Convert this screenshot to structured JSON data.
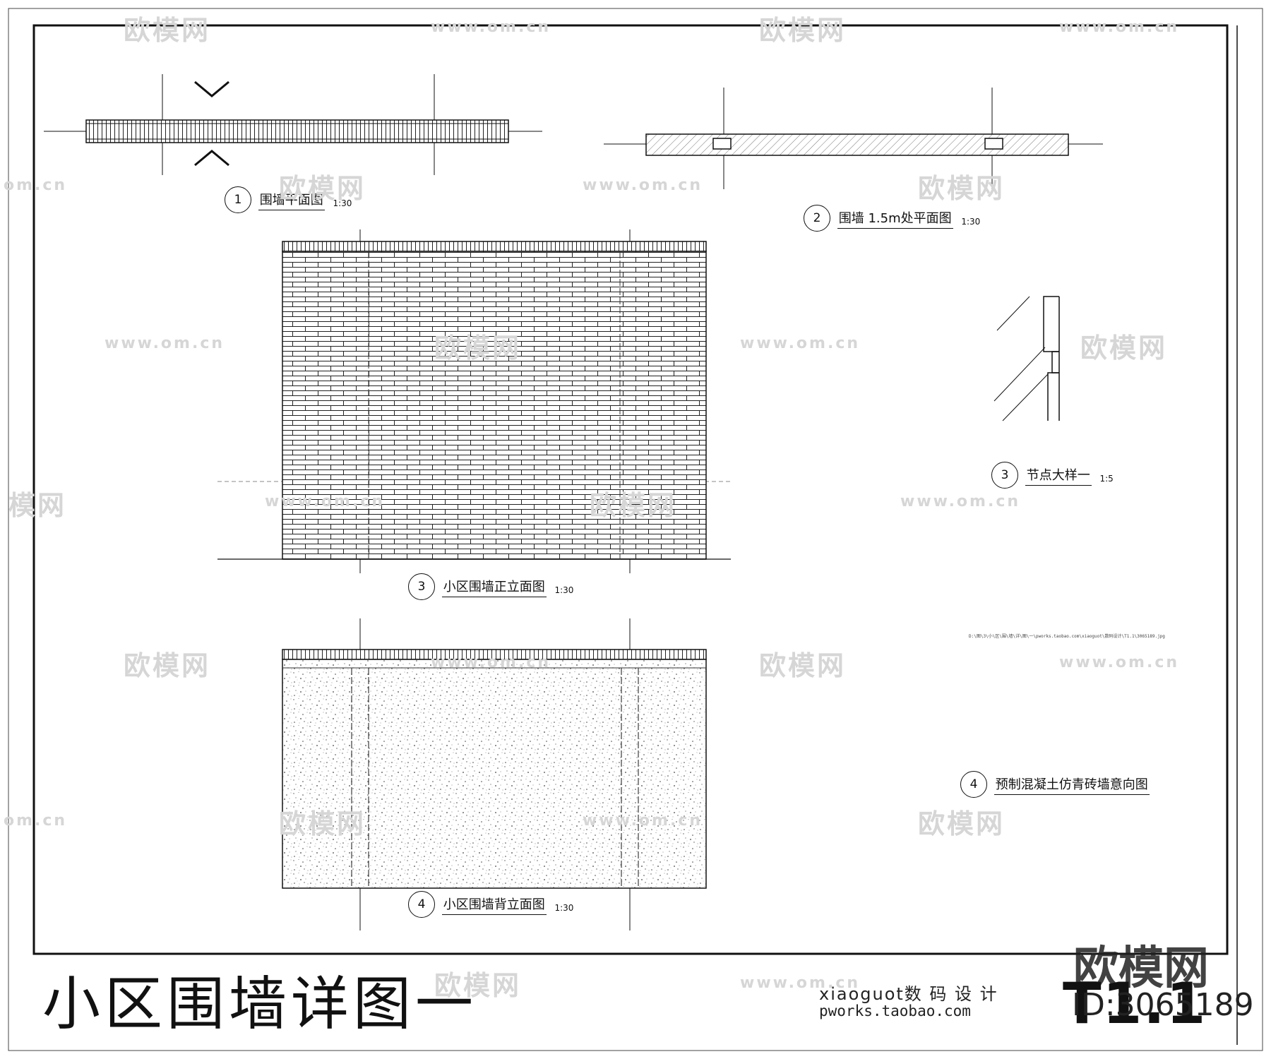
{
  "drawing": {
    "title": "小区围墙详图一",
    "credit_line1": "xiaoguot数 码 设 计",
    "credit_line2": "pworks.taobao.com",
    "sheet_number": "T1.1",
    "id_text": "ID:3065189",
    "brand": "欧模网"
  },
  "details": [
    {
      "num": "1",
      "name": "围墙平面图",
      "scale": "1:30"
    },
    {
      "num": "2",
      "name": "围墙 1.5m处平面图",
      "scale": "1:30"
    },
    {
      "num": "3",
      "name": "节点大样一",
      "scale": "1:5"
    },
    {
      "num": "3",
      "name": "小区围墙正立面图",
      "scale": "1:30"
    },
    {
      "num": "4",
      "name": "预制混凝土仿青砖墙意向图",
      "scale": ""
    },
    {
      "num": "4",
      "name": "小区围墙背立面图",
      "scale": "1:30"
    }
  ],
  "watermark": {
    "brand": "欧模网",
    "url": "www.om.cn",
    "url_short": "om.cn",
    "brand_short": "模网"
  },
  "tiny_note": "D:\\图\\3\\小\\区\\围\\墙\\详\\图\\一\\pworks.taobao.com\\xiaoguot\\数码设计\\T1.1\\3065189.jpg",
  "colors": {
    "line": "#111111",
    "watermark": "#d6d6d6",
    "background": "#ffffff"
  }
}
